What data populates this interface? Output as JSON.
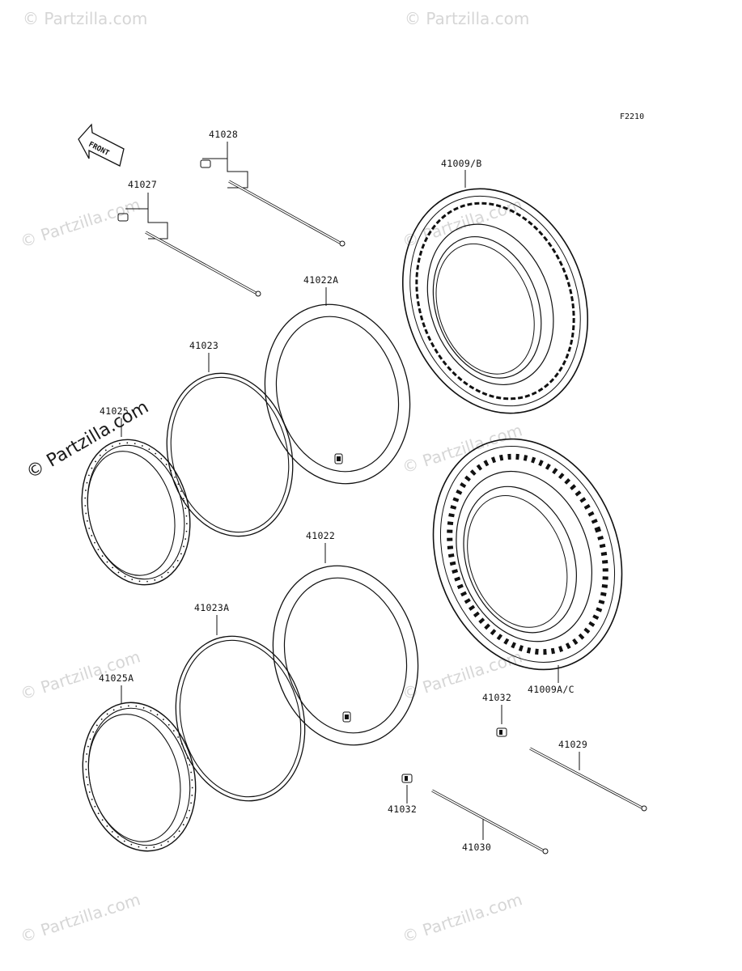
{
  "figure_ref": "F2210",
  "front_label": "FRONT",
  "watermark_text": "© Partzilla.com",
  "parts": {
    "p41028": "41028",
    "p41027": "41027",
    "p41009b": "41009/B",
    "p41022a": "41022A",
    "p41023": "41023",
    "p41025": "41025",
    "p41022": "41022",
    "p41023a": "41023A",
    "p41025a": "41025A",
    "p41009ac": "41009A/C",
    "p41032_top": "41032",
    "p41029": "41029",
    "p41032_bottom": "41032",
    "p41030": "41030"
  }
}
